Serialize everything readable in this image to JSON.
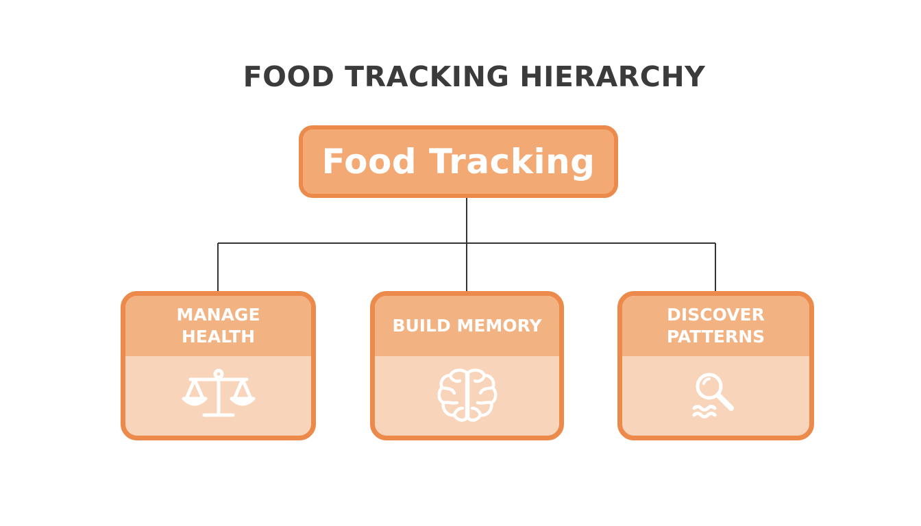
{
  "title": "FOOD TRACKING HIERARCHY",
  "root": {
    "label": "Food Tracking"
  },
  "children": [
    {
      "label": "MANAGE\nHEALTH",
      "icon": "scales-icon"
    },
    {
      "label": "BUILD MEMORY",
      "icon": "brain-icon"
    },
    {
      "label": "DISCOVER\nPATTERNS",
      "icon": "magnifier-icon"
    }
  ],
  "colors": {
    "border": "#eb8a4a",
    "root_fill": "#f3a974",
    "header_fill": "#f3b282",
    "body_fill": "#f8d4bb",
    "title_text": "#3b3b3b",
    "connector": "#333333"
  }
}
